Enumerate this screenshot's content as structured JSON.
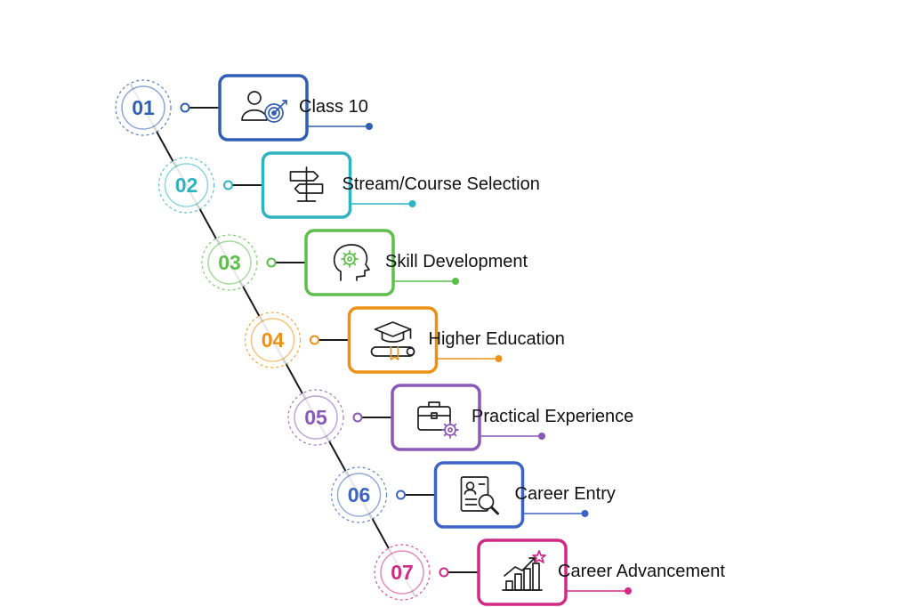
{
  "steps": [
    {
      "number": "01",
      "label": "Class 10",
      "color": "#2f5fb3",
      "icon": "person-target-icon"
    },
    {
      "number": "02",
      "label": "Stream/Course Selection",
      "color": "#2eb3c2",
      "icon": "signpost-icon"
    },
    {
      "number": "03",
      "label": "Skill Development",
      "color": "#5cbf4a",
      "icon": "head-gear-icon"
    },
    {
      "number": "04",
      "label": "Higher Education",
      "color": "#ee9112",
      "icon": "graduation-cap-diploma-icon"
    },
    {
      "number": "05",
      "label": "Practical Experience",
      "color": "#8a58b8",
      "icon": "briefcase-gear-icon"
    },
    {
      "number": "06",
      "label": "Career Entry",
      "color": "#3d63c4",
      "icon": "resume-search-icon"
    },
    {
      "number": "07",
      "label": "Career Advancement",
      "color": "#d12a86",
      "icon": "growth-chart-star-icon"
    }
  ]
}
